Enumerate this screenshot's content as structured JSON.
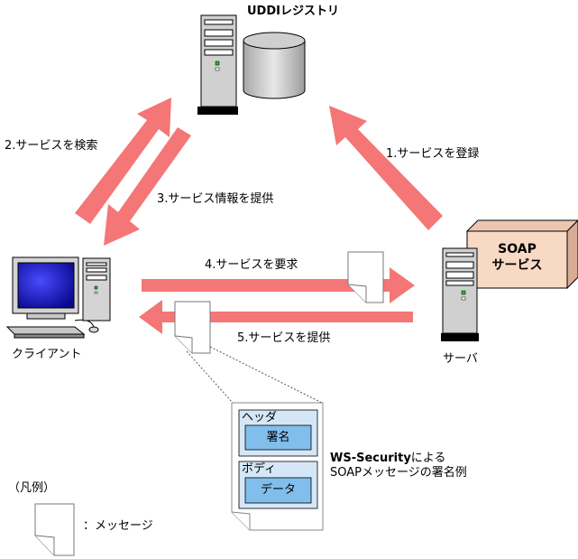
{
  "registry": {
    "title": "UDDIレジストリ"
  },
  "client": {
    "label": "クライアント"
  },
  "server": {
    "label": "サーバ"
  },
  "soap_service": {
    "line1": "SOAP",
    "line2": "サービス"
  },
  "steps": {
    "step1": "1.サービスを登録",
    "step2": "2.サービスを検索",
    "step3": "3.サービス情報を提供",
    "step4": "4.サービスを要求",
    "step5": "5.サービスを提供"
  },
  "message_detail": {
    "header_label": "ヘッダ",
    "signature_label": "署名",
    "body_label": "ボディ",
    "data_label": "データ"
  },
  "caption": {
    "line1": "WS-Securityによる",
    "line2": "SOAPメッセージの署名例"
  },
  "legend": {
    "title": "（凡例）",
    "message_label": "：メッセージ"
  },
  "colors": {
    "arrow": "#F57676",
    "soap_box": "#F8D9C3",
    "detail_box": "#D5E7F7",
    "inner_box": "#82BEEC",
    "monitor_screen": "#1A1AE8"
  }
}
